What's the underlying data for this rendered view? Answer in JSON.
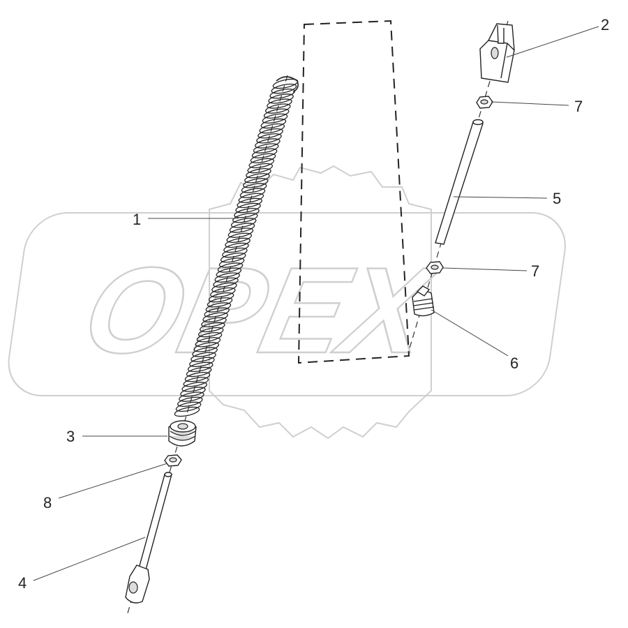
{
  "diagram": {
    "watermark": {
      "text": "OPEX"
    },
    "callouts": [
      {
        "id": "c1",
        "label": "1"
      },
      {
        "id": "c2",
        "label": "2"
      },
      {
        "id": "c3",
        "label": "3"
      },
      {
        "id": "c4",
        "label": "4"
      },
      {
        "id": "c5",
        "label": "5"
      },
      {
        "id": "c6",
        "label": "6"
      },
      {
        "id": "c7a",
        "label": "7"
      },
      {
        "id": "c7b",
        "label": "7"
      },
      {
        "id": "c8",
        "label": "8"
      }
    ]
  }
}
